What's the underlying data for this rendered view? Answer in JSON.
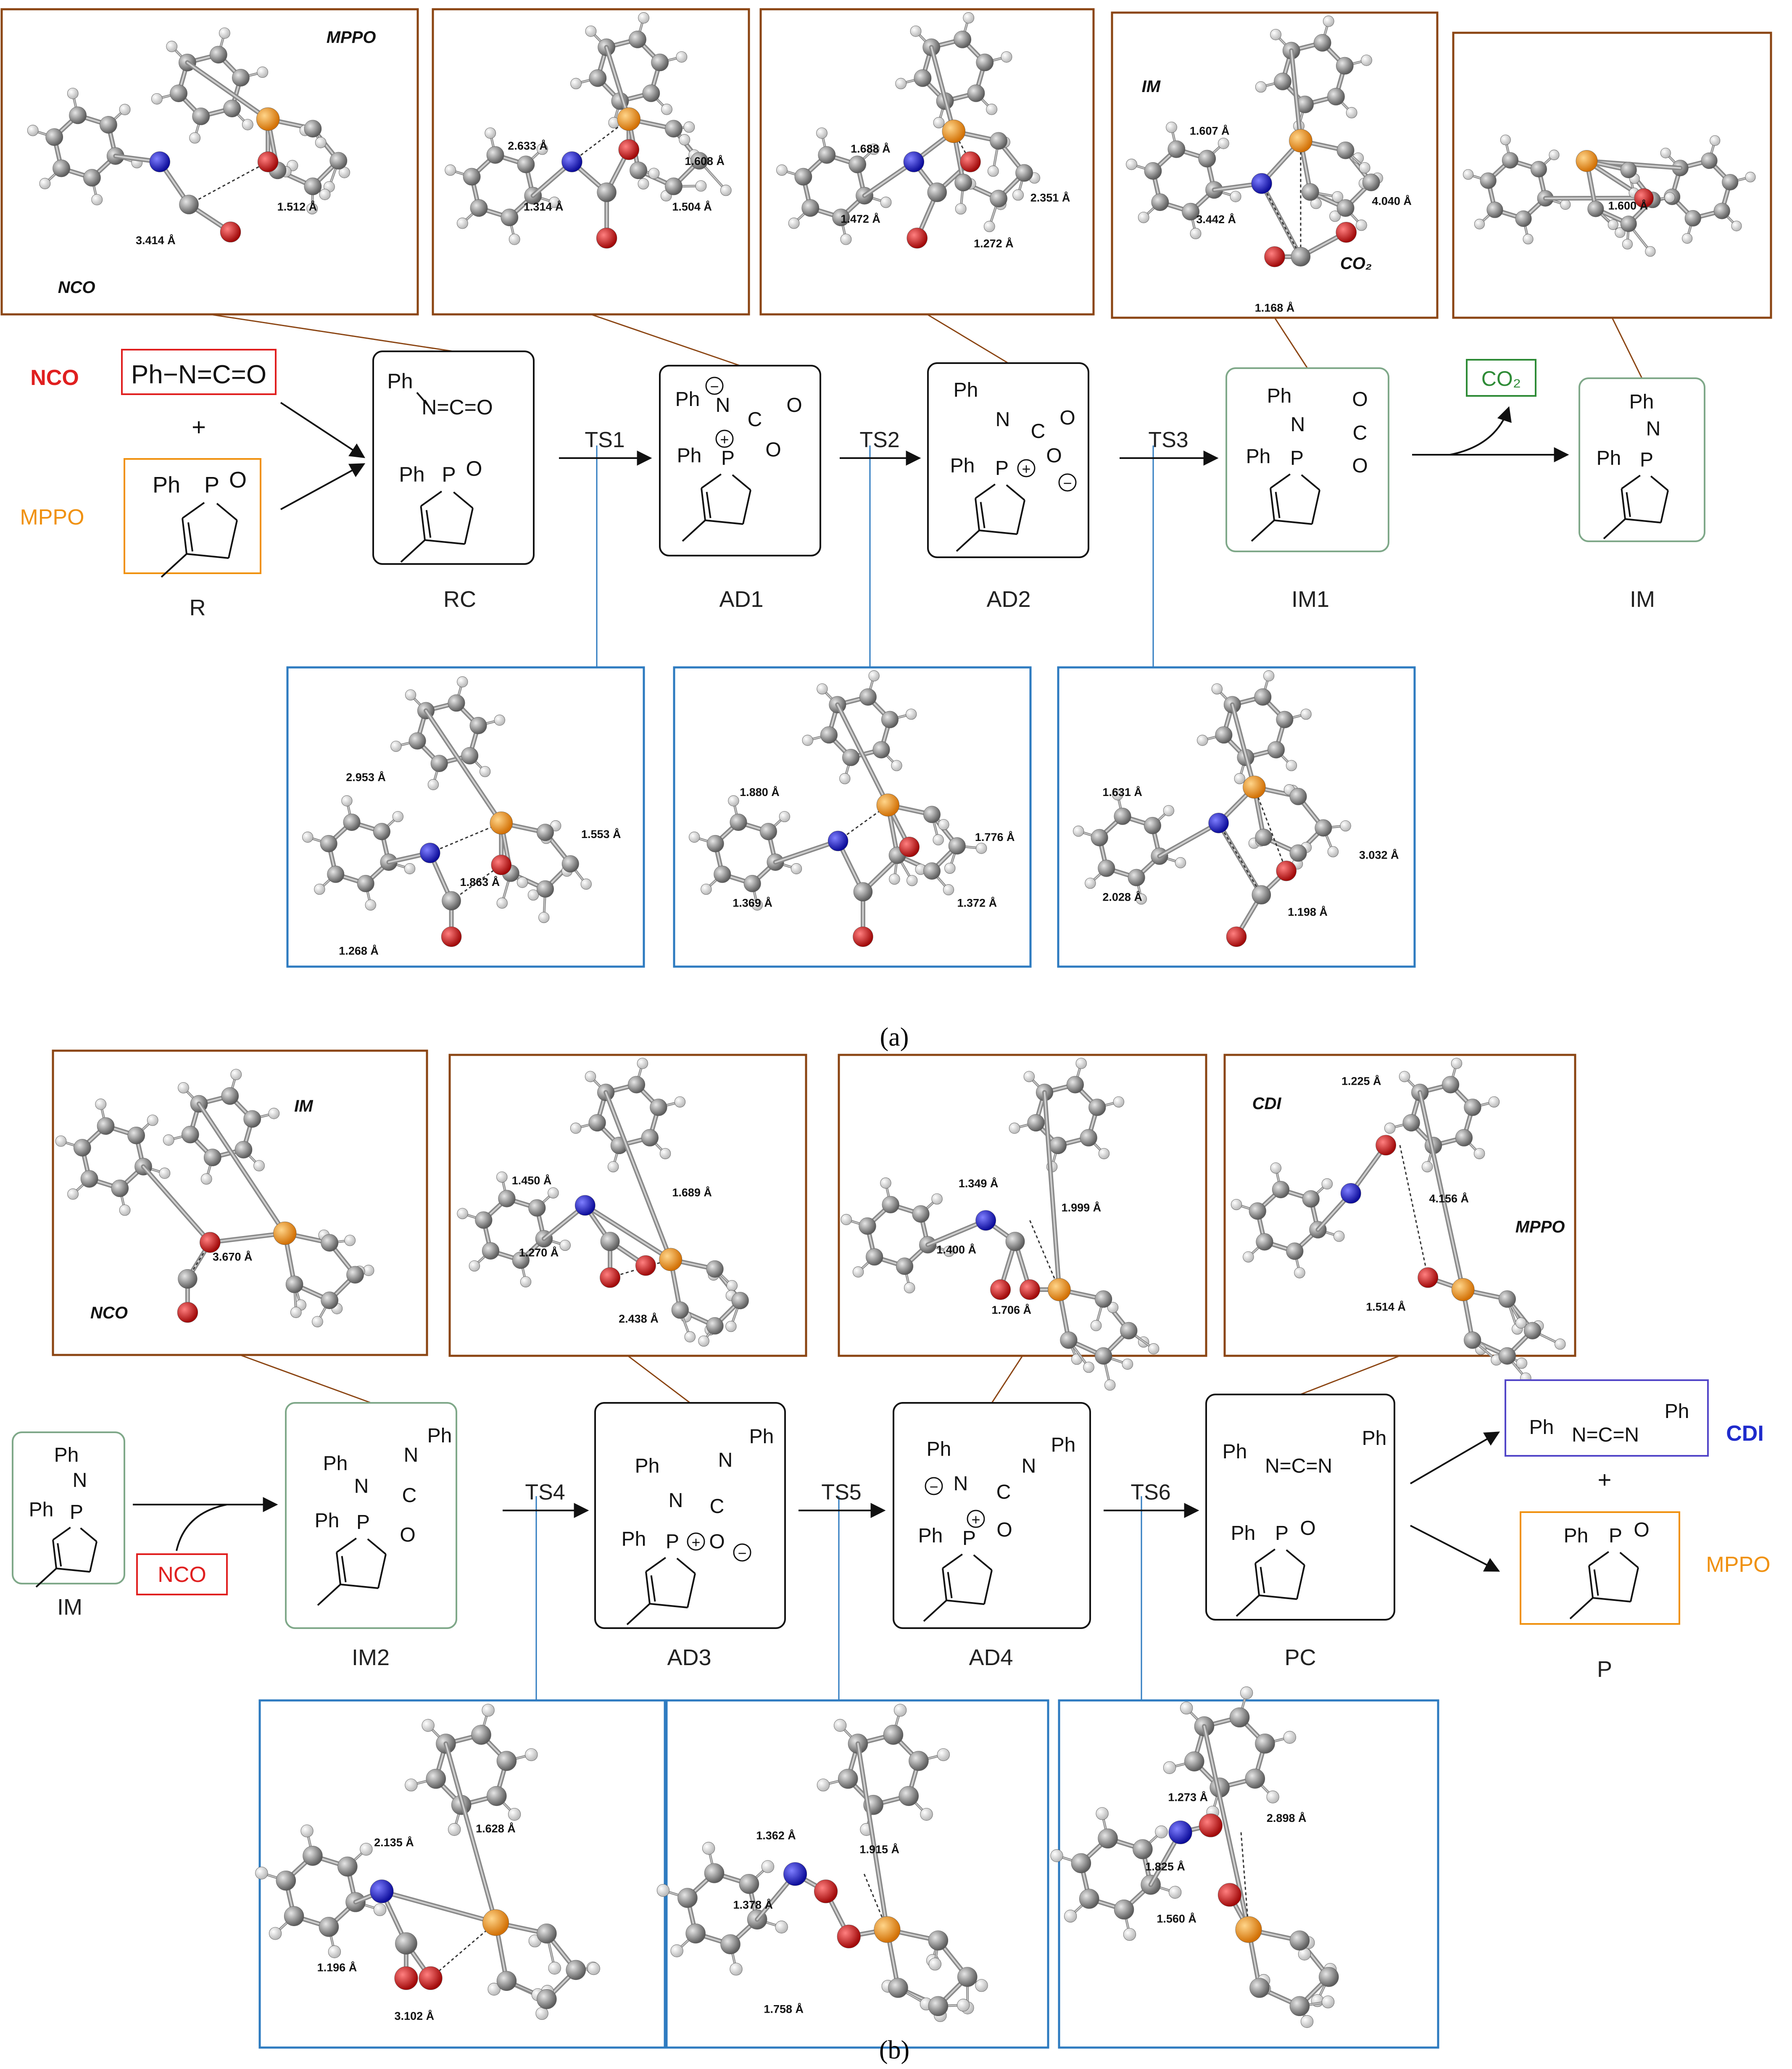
{
  "colors": {
    "accent_brown": "#8B4513",
    "accent_blue": "#2E7BC0",
    "green_box": "#7FA889",
    "nco_red": "#E01F1F",
    "mppo_orange": "#F0910F",
    "co2_green": "#2E8B36",
    "cdi_blue": "#1F2BCC",
    "cdi_box": "#5246C8",
    "nitrogen": "#1515CC",
    "oxygen": "#D01010",
    "phosphorus": "#F08A0A",
    "carbon": "#7a7a7a",
    "hydrogen": "#ededed"
  },
  "panel_a": {
    "caption": "(a)",
    "left": {
      "nco_label": "NCO",
      "mppo_label": "MPPO",
      "r_label": "R",
      "plus": "+",
      "nco_formula": "Ph−N=C=O"
    },
    "species": [
      {
        "id": "RC",
        "label": "RC"
      },
      {
        "id": "AD1",
        "label": "AD1"
      },
      {
        "id": "AD2",
        "label": "AD2"
      },
      {
        "id": "IM1",
        "label": "IM1"
      },
      {
        "id": "IM",
        "label": "IM"
      }
    ],
    "ts_labels": [
      "TS1",
      "TS2",
      "TS3"
    ],
    "co2_release": "CO₂",
    "top_models": [
      {
        "id": "RC",
        "tags": [
          "MPPO",
          "NCO"
        ],
        "distances": [
          "3.414 Å",
          "1.512 Å"
        ]
      },
      {
        "id": "AD1",
        "tags": [],
        "distances": [
          "2.633 Å",
          "1.608 Å",
          "1.314 Å",
          "1.504 Å"
        ]
      },
      {
        "id": "AD2",
        "tags": [],
        "distances": [
          "1.688 Å",
          "2.351 Å",
          "1.472 Å",
          "1.272 Å"
        ]
      },
      {
        "id": "IM1",
        "tags": [
          "IM",
          "CO₂"
        ],
        "distances": [
          "1.607 Å",
          "3.442 Å",
          "4.040 Å",
          "1.168 Å"
        ]
      },
      {
        "id": "IM",
        "tags": [],
        "distances": [
          "1.600 Å"
        ]
      }
    ],
    "bottom_models": [
      {
        "id": "TS1",
        "distances": [
          "2.953 Å",
          "1.553 Å",
          "1.863 Å",
          "1.268 Å"
        ]
      },
      {
        "id": "TS2",
        "distances": [
          "1.880 Å",
          "1.776 Å",
          "1.369 Å",
          "1.372 Å"
        ]
      },
      {
        "id": "TS3",
        "distances": [
          "1.631 Å",
          "3.032 Å",
          "2.028 Å",
          "1.198 Å"
        ]
      }
    ]
  },
  "panel_b": {
    "caption": "(b)",
    "species": [
      {
        "id": "IM",
        "label": "IM"
      },
      {
        "id": "IM2",
        "label": "IM2"
      },
      {
        "id": "AD3",
        "label": "AD3"
      },
      {
        "id": "AD4",
        "label": "AD4"
      },
      {
        "id": "PC",
        "label": "PC"
      },
      {
        "id": "P",
        "label": "P"
      }
    ],
    "ts_labels": [
      "TS4",
      "TS5",
      "TS6"
    ],
    "nco_add": "NCO",
    "products": {
      "cdi_label": "CDI",
      "mppo_label": "MPPO",
      "plus": "+"
    },
    "top_models": [
      {
        "id": "IM2",
        "tags": [
          "IM",
          "NCO"
        ],
        "distances": [
          "3.670 Å"
        ]
      },
      {
        "id": "AD3",
        "tags": [],
        "distances": [
          "1.450 Å",
          "1.689 Å",
          "1.270 Å",
          "2.438 Å"
        ]
      },
      {
        "id": "AD4",
        "tags": [],
        "distances": [
          "1.349 Å",
          "1.999 Å",
          "1.400 Å",
          "1.706 Å"
        ]
      },
      {
        "id": "PC",
        "tags": [
          "CDI",
          "MPPO"
        ],
        "distances": [
          "1.225 Å",
          "4.156 Å",
          "1.514 Å"
        ]
      }
    ],
    "bottom_models": [
      {
        "id": "TS4",
        "distances": [
          "2.135 Å",
          "1.628 Å",
          "1.196 Å",
          "3.102 Å"
        ]
      },
      {
        "id": "TS5",
        "distances": [
          "1.362 Å",
          "1.915 Å",
          "1.378 Å",
          "1.758 Å"
        ]
      },
      {
        "id": "TS6",
        "distances": [
          "1.273 Å",
          "2.898 Å",
          "1.825 Å",
          "1.560 Å"
        ]
      }
    ]
  }
}
